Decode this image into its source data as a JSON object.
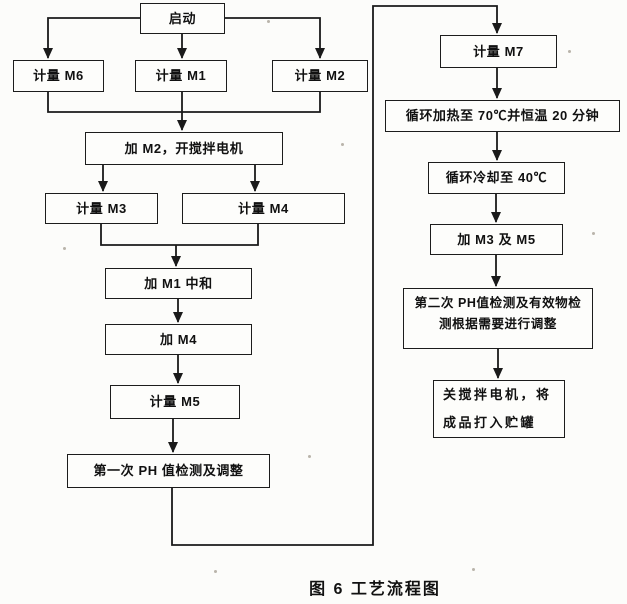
{
  "diagram": {
    "caption": "图 6  工艺流程图",
    "nodes": {
      "start": "启动",
      "measure_m6": "计量 M6",
      "measure_m1": "计量 M1",
      "measure_m2": "计量 M2",
      "add_m2_motor": "加 M2，开搅拌电机",
      "measure_m3": "计量 M3",
      "measure_m4": "计量 M4",
      "add_m1_neutralize": "加 M1 中和",
      "add_m4": "加 M4",
      "measure_m5": "计量 M5",
      "ph_check_1": "第一次 PH 值检测及调整",
      "measure_m7": "计量 M7",
      "heat": "循环加热至 70℃并恒温 20 分钟",
      "cool": "循环冷却至 40℃",
      "add_m3_m5": "加 M3 及 M5",
      "ph_check_2": "第二次 PH值检测及有效物检\n测根据需要进行调整",
      "finish": "关搅拌电机，将\n成品打入贮罐"
    },
    "edges": [
      {
        "from": "start",
        "to": "measure_m6"
      },
      {
        "from": "start",
        "to": "measure_m1"
      },
      {
        "from": "start",
        "to": "measure_m2"
      },
      {
        "from": "measure_m6",
        "to": "add_m2_motor"
      },
      {
        "from": "measure_m1",
        "to": "add_m2_motor"
      },
      {
        "from": "measure_m2",
        "to": "add_m2_motor"
      },
      {
        "from": "add_m2_motor",
        "to": "measure_m3"
      },
      {
        "from": "add_m2_motor",
        "to": "measure_m4"
      },
      {
        "from": "measure_m3",
        "to": "add_m1_neutralize"
      },
      {
        "from": "measure_m4",
        "to": "add_m1_neutralize"
      },
      {
        "from": "add_m1_neutralize",
        "to": "add_m4"
      },
      {
        "from": "add_m4",
        "to": "measure_m5"
      },
      {
        "from": "measure_m5",
        "to": "ph_check_1"
      },
      {
        "from": "ph_check_1",
        "to": "measure_m7"
      },
      {
        "from": "measure_m7",
        "to": "heat"
      },
      {
        "from": "heat",
        "to": "cool"
      },
      {
        "from": "cool",
        "to": "add_m3_m5"
      },
      {
        "from": "add_m3_m5",
        "to": "ph_check_2"
      },
      {
        "from": "ph_check_2",
        "to": "finish"
      }
    ]
  }
}
